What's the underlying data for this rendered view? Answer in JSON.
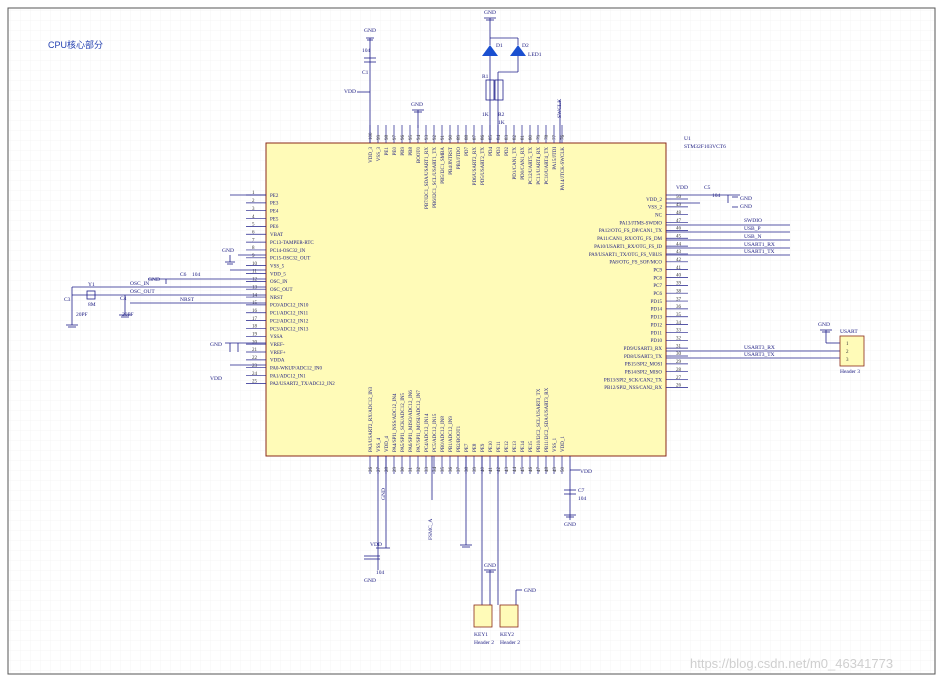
{
  "sheet_title": "CPU核心部分",
  "watermark": "https://blog.csdn.net/m0_46341773",
  "colors": {
    "grid": "#eeeeee",
    "chip_fill": "#fffbb8",
    "chip_stroke": "#8a2a1a",
    "wire": "#1f1f8a",
    "text": "#1a1a80",
    "led": "#1a4fd0"
  },
  "chip": {
    "designator": "U1",
    "part": "STM32F103VCT6"
  },
  "left_pins": [
    {
      "num": "1",
      "name": "PE2"
    },
    {
      "num": "2",
      "name": "PE3"
    },
    {
      "num": "3",
      "name": "PE4"
    },
    {
      "num": "4",
      "name": "PE5"
    },
    {
      "num": "5",
      "name": "PE6"
    },
    {
      "num": "6",
      "name": "VBAT"
    },
    {
      "num": "7",
      "name": "PC13-TAMPER-RTC"
    },
    {
      "num": "8",
      "name": "PC14-OSC32_IN"
    },
    {
      "num": "9",
      "name": "PC15-OSC32_OUT"
    },
    {
      "num": "10",
      "name": "VSS_5"
    },
    {
      "num": "11",
      "name": "VDD_5"
    },
    {
      "num": "12",
      "name": "OSC_IN"
    },
    {
      "num": "13",
      "name": "OSC_OUT"
    },
    {
      "num": "14",
      "name": "NRST"
    },
    {
      "num": "15",
      "name": "PC0/ADC12_IN10"
    },
    {
      "num": "16",
      "name": "PC1/ADC12_IN11"
    },
    {
      "num": "17",
      "name": "PC2/ADC12_IN12"
    },
    {
      "num": "18",
      "name": "PC3/ADC12_IN13"
    },
    {
      "num": "19",
      "name": "VSSA"
    },
    {
      "num": "20",
      "name": "VREF-"
    },
    {
      "num": "21",
      "name": "VREF+"
    },
    {
      "num": "22",
      "name": "VDDA"
    },
    {
      "num": "23",
      "name": "PA0-WKUP/ADC12_IN0"
    },
    {
      "num": "24",
      "name": "PA1/ADC12_IN1"
    },
    {
      "num": "25",
      "name": "PA2/USART2_TX/ADC12_IN2"
    }
  ],
  "right_pins": [
    {
      "num": "50",
      "name": "VDD_2"
    },
    {
      "num": "49",
      "name": "VSS_2"
    },
    {
      "num": "48",
      "name": "NC"
    },
    {
      "num": "47",
      "name": "PA13/JTMS-SWDIO"
    },
    {
      "num": "46",
      "name": "PA12/OTG_FS_DP/CAN1_TX"
    },
    {
      "num": "45",
      "name": "PA11/CAN1_RX/OTG_FS_DM"
    },
    {
      "num": "44",
      "name": "PA10/USART1_RX/OTG_FS_ID"
    },
    {
      "num": "43",
      "name": "PA9/USART1_TX/OTG_FS_VBUS"
    },
    {
      "num": "42",
      "name": "PA8/OTG_FS_SOF/MCO"
    },
    {
      "num": "41",
      "name": "PC9"
    },
    {
      "num": "40",
      "name": "PC8"
    },
    {
      "num": "39",
      "name": "PC7"
    },
    {
      "num": "38",
      "name": "PC6"
    },
    {
      "num": "37",
      "name": "PD15"
    },
    {
      "num": "36",
      "name": "PD14"
    },
    {
      "num": "35",
      "name": "PD13"
    },
    {
      "num": "34",
      "name": "PD12"
    },
    {
      "num": "33",
      "name": "PD11"
    },
    {
      "num": "32",
      "name": "PD10"
    },
    {
      "num": "31",
      "name": "PD9/USART3_RX"
    },
    {
      "num": "30",
      "name": "PD8/USART3_TX"
    },
    {
      "num": "29",
      "name": "PB15/SPI2_MOSI"
    },
    {
      "num": "28",
      "name": "PB14/SPI2_MISO"
    },
    {
      "num": "27",
      "name": "PB13/SPI2_SCK/CAN2_TX"
    },
    {
      "num": "26",
      "name": "PB12/SPI2_NSS/CAN2_RX"
    }
  ],
  "top_pins": [
    {
      "num": "100",
      "name": "VDD_3"
    },
    {
      "num": "99",
      "name": "VSS_3"
    },
    {
      "num": "98",
      "name": "PE1"
    },
    {
      "num": "97",
      "name": "PE0"
    },
    {
      "num": "96",
      "name": "PB9"
    },
    {
      "num": "95",
      "name": "PB8"
    },
    {
      "num": "94",
      "name": "BOOT0"
    },
    {
      "num": "93",
      "name": "PB7/I2C1_SDA/USART1_RX"
    },
    {
      "num": "92",
      "name": "PB6/I2C1_SCL/USART1_TX"
    },
    {
      "num": "91",
      "name": "PB5/I2C1_SMBA"
    },
    {
      "num": "90",
      "name": "PB4/JNTRST"
    },
    {
      "num": "89",
      "name": "PB3/JTDO"
    },
    {
      "num": "88",
      "name": "PD7"
    },
    {
      "num": "87",
      "name": "PD6/USART2_RX"
    },
    {
      "num": "86",
      "name": "PD5/USART2_TX"
    },
    {
      "num": "85",
      "name": "PD4"
    },
    {
      "num": "84",
      "name": "PD3"
    },
    {
      "num": "83",
      "name": "PD2"
    },
    {
      "num": "82",
      "name": "PD1/CAN1_TX"
    },
    {
      "num": "81",
      "name": "PD0/CAN1_RX"
    },
    {
      "num": "80",
      "name": "PC12/UART5_TX"
    },
    {
      "num": "79",
      "name": "PC11/UART4_RX"
    },
    {
      "num": "78",
      "name": "PC10/UART4_TX"
    },
    {
      "num": "77",
      "name": "PA15/JTDI"
    },
    {
      "num": "76",
      "name": "PA14/JTCK-SWCLK"
    }
  ],
  "bottom_pins": [
    {
      "num": "26",
      "name": "PA3/USART2_RX/ADC12_IN3"
    },
    {
      "num": "27",
      "name": "VSS_4"
    },
    {
      "num": "28",
      "name": "VDD_4"
    },
    {
      "num": "29",
      "name": "PA4/SPI1_NSS/ADC12_IN4"
    },
    {
      "num": "30",
      "name": "PA5/SPI1_SCK/ADC12_IN5"
    },
    {
      "num": "31",
      "name": "PA6/SPI1_MISO/ADC12_IN6"
    },
    {
      "num": "32",
      "name": "PA7/SPI1_MOSI/ADC12_IN7"
    },
    {
      "num": "33",
      "name": "PC4/ADC12_IN14"
    },
    {
      "num": "34",
      "name": "PC5/ADC12_IN15"
    },
    {
      "num": "35",
      "name": "PB0/ADC12_IN8"
    },
    {
      "num": "36",
      "name": "PB1/ADC12_IN9"
    },
    {
      "num": "37",
      "name": "PB2/BOOT1"
    },
    {
      "num": "38",
      "name": "PE7"
    },
    {
      "num": "39",
      "name": "PE8"
    },
    {
      "num": "40",
      "name": "PE9"
    },
    {
      "num": "41",
      "name": "PE10"
    },
    {
      "num": "42",
      "name": "PE11"
    },
    {
      "num": "43",
      "name": "PE12"
    },
    {
      "num": "44",
      "name": "PE13"
    },
    {
      "num": "45",
      "name": "PE14"
    },
    {
      "num": "46",
      "name": "PE15"
    },
    {
      "num": "47",
      "name": "PB10/I2C2_SCL/USART3_TX"
    },
    {
      "num": "48",
      "name": "PB11/I2C2_SDA/USART3_RX"
    },
    {
      "num": "49",
      "name": "VSS_1"
    },
    {
      "num": "50",
      "name": "VDD_1"
    }
  ],
  "labels": {
    "gnd": "GND",
    "vdd": "VDD",
    "c1": "C1",
    "c1v": "104",
    "c2": "C2",
    "c2v": "104",
    "c3": "C3",
    "c3v": "20PF",
    "c4": "C4",
    "c4v": "20PF",
    "c5": "C5",
    "c5v": "104",
    "c6": "C6",
    "c6v": "104",
    "c7": "C7",
    "c7v": "104",
    "y1": "Y1",
    "y1v": "8M",
    "d1": "D1",
    "d2": "D2",
    "led": "LED1",
    "r1": "R1",
    "r2": "R2",
    "r1v": "1K",
    "r2v": "1K",
    "nrst": "NRST",
    "osc_in": "OSC_IN",
    "osc_out": "OSC_OUT",
    "swdio": "SWDIO",
    "swclk": "SWCLK",
    "usb_p": "USB_P",
    "usb_n": "USB_N",
    "usart1_rx": "USART1_RX",
    "usart1_tx": "USART1_TX",
    "usart3_rx": "USART3_RX",
    "usart3_tx": "USART3_TX",
    "fsmc": "FSMC_A",
    "usart_conn": "USART",
    "header3": "Header 3",
    "key1": "KEY1",
    "key2": "KEY2",
    "header2a": "Header 2",
    "header2b": "Header 2"
  }
}
